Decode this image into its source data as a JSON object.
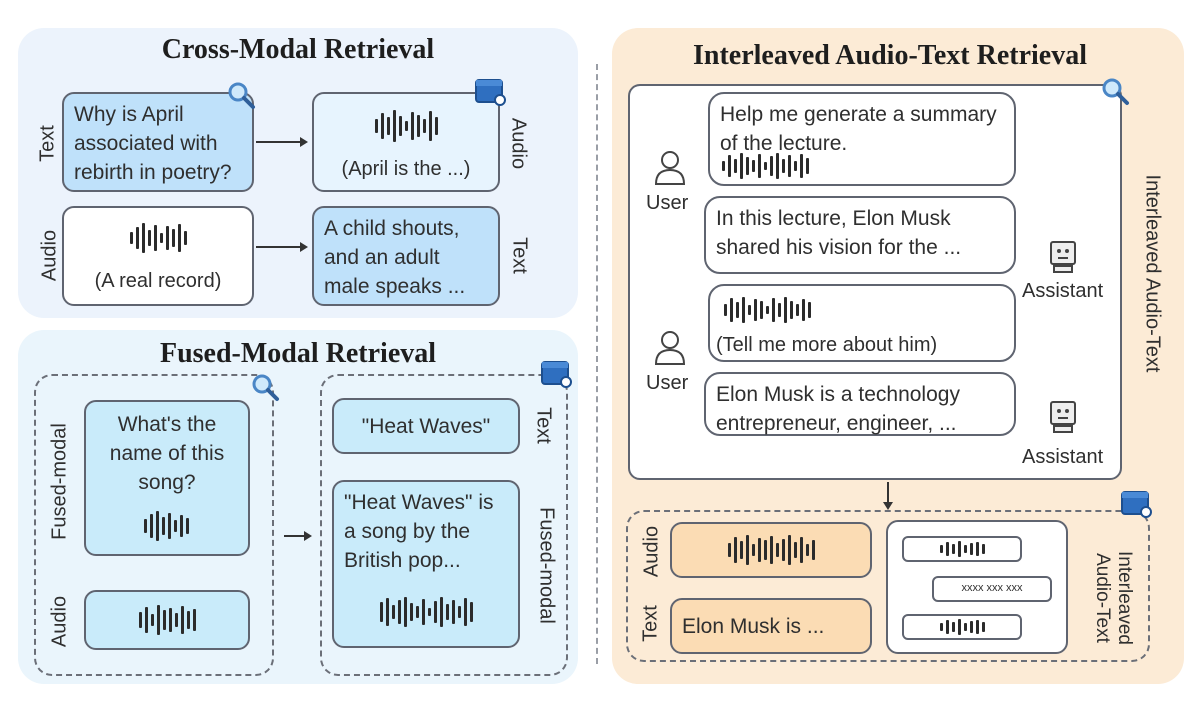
{
  "cross_modal": {
    "title": "Cross-Modal Retrieval",
    "row1": {
      "left_label": "Text",
      "query_text": "Why is April associated with rebirth in poetry?",
      "result_caption": "(April is the ...)",
      "right_label": "Audio"
    },
    "row2": {
      "left_label": "Audio",
      "query_caption": "(A real record)",
      "result_text": "A child shouts, and an adult male speaks ...",
      "right_label": "Text"
    }
  },
  "fused_modal": {
    "title": "Fused-Modal Retrieval",
    "query_label": "Fused-modal",
    "query_text": "What's the name of this song?",
    "audio_label": "Audio",
    "result_text_short": "\"Heat Waves\"",
    "result_text_label": "Text",
    "result_long": "\"Heat Waves\" is a song by the British pop...",
    "result_fused_label": "Fused-modal"
  },
  "interleaved": {
    "title": "Interleaved Audio-Text Retrieval",
    "side_label": "Interleaved Audio-Text",
    "user_label": "User",
    "assistant_label": "Assistant",
    "turn1_user": "Help me generate a summary of the lecture.",
    "turn1_assistant": "In this lecture, Elon Musk shared his vision for the ...",
    "turn2_user": "(Tell me more about him)",
    "turn2_assistant": "Elon Musk is a technology entrepreneur, engineer, ...",
    "result_audio_label": "Audio",
    "result_text_label": "Text",
    "result_text": "Elon Musk is ...",
    "mini_text": "xxxx xxx xxx",
    "result_mixed_label": "Interleaved Audio-Text"
  },
  "colors": {
    "cross_panel": "#ecf3fc",
    "fused_panel": "#eaf5fc",
    "interleaved_panel": "#fcebd6"
  },
  "icons": [
    "search-icon",
    "database-icon",
    "user-icon",
    "robot-icon",
    "arrow-right",
    "arrow-down"
  ]
}
